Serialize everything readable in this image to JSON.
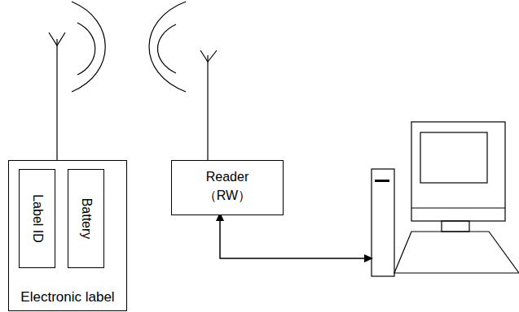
{
  "diagram": {
    "nodes": [
      {
        "text": [
          "Electronic label"
        ]
      },
      {
        "text": [
          "Label ID"
        ],
        "in": 0
      },
      {
        "text": [
          "Battery"
        ],
        "in": 0
      },
      {
        "text": [
          "Reader",
          "（RW）"
        ]
      }
    ]
  }
}
